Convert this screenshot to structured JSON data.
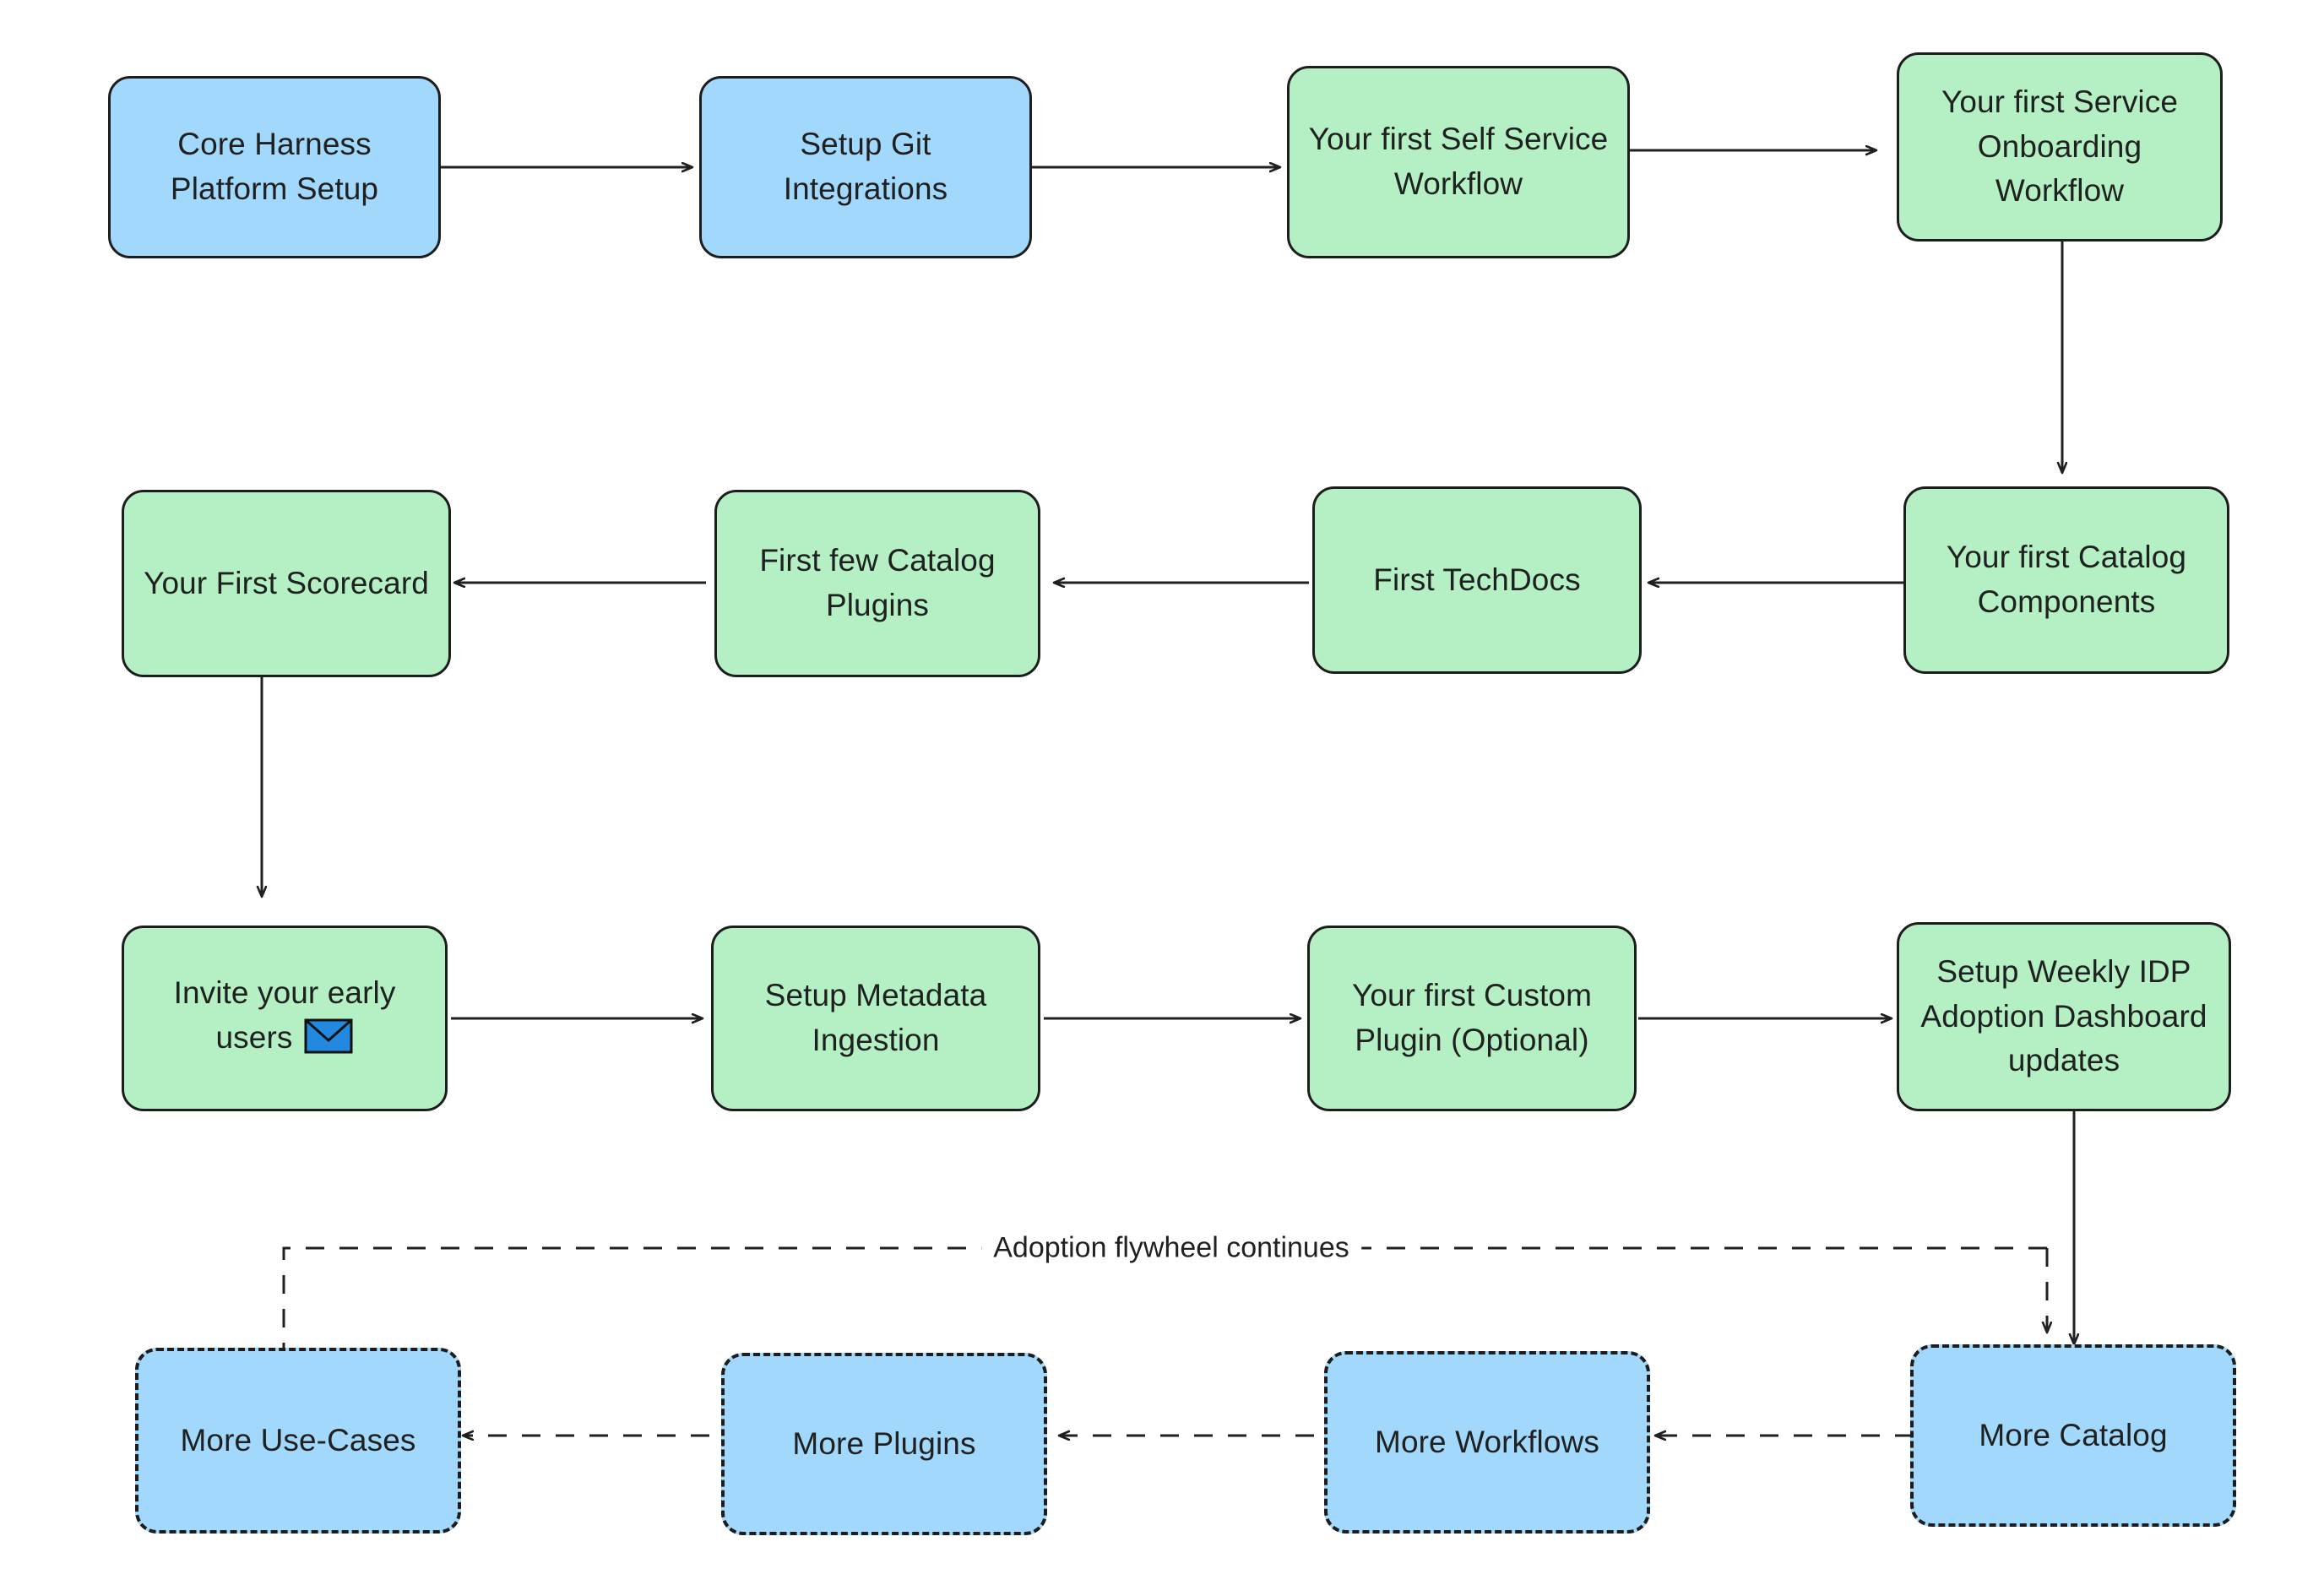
{
  "diagram": {
    "title": "Harness IDP adoption flywheel flowchart",
    "background_color": "#ffffff",
    "colors": {
      "node_blue_fill": "#a3d8fd",
      "node_green_fill": "#b4f0c3",
      "node_stroke": "#1d1d1d",
      "edge_stroke": "#1f2020",
      "text": "#1f2020",
      "envelope_icon": "#2389e0"
    },
    "nodes": [
      {
        "id": "core_setup",
        "label": "Core Harness Platform Setup",
        "lines": [
          "Core Harness",
          "Platform Setup"
        ],
        "fill": "blue",
        "border": "solid"
      },
      {
        "id": "git_integrations",
        "label": "Setup Git Integrations",
        "lines": [
          "Setup Git",
          "Integrations"
        ],
        "fill": "blue",
        "border": "solid"
      },
      {
        "id": "self_service",
        "label": "Your first Self Service Workflow",
        "lines": [
          "Your first Self Service",
          "Workflow"
        ],
        "fill": "green",
        "border": "solid"
      },
      {
        "id": "onboarding",
        "label": "Your first Service Onboarding Workflow",
        "lines": [
          "Your first Service",
          "Onboarding",
          "Workflow"
        ],
        "fill": "green",
        "border": "solid"
      },
      {
        "id": "catalog_components",
        "label": "Your first Catalog Components",
        "lines": [
          "Your first Catalog",
          "Components"
        ],
        "fill": "green",
        "border": "solid"
      },
      {
        "id": "techdocs",
        "label": "First TechDocs",
        "lines": [
          "First TechDocs"
        ],
        "fill": "green",
        "border": "solid"
      },
      {
        "id": "catalog_plugins",
        "label": "First few Catalog Plugins",
        "lines": [
          "First few Catalog",
          "Plugins"
        ],
        "fill": "green",
        "border": "solid"
      },
      {
        "id": "scorecard",
        "label": "Your First Scorecard",
        "lines": [
          "Your First Scorecard"
        ],
        "fill": "green",
        "border": "solid"
      },
      {
        "id": "invite_users",
        "label": "Invite your early users",
        "lines": [
          "Invite your early",
          "users"
        ],
        "fill": "green",
        "border": "solid",
        "icon": "envelope-icon"
      },
      {
        "id": "metadata",
        "label": "Setup Metadata Ingestion",
        "lines": [
          "Setup Metadata",
          "Ingestion"
        ],
        "fill": "green",
        "border": "solid"
      },
      {
        "id": "custom_plugin",
        "label": "Your first Custom Plugin (Optional)",
        "lines": [
          "Your first Custom",
          "Plugin (Optional)"
        ],
        "fill": "green",
        "border": "solid"
      },
      {
        "id": "weekly_dashboard",
        "label": "Setup Weekly IDP Adoption Dashboard updates",
        "lines": [
          "Setup Weekly IDP",
          "Adoption Dashboard",
          "updates"
        ],
        "fill": "green",
        "border": "solid"
      },
      {
        "id": "more_catalog",
        "label": "More Catalog",
        "lines": [
          "More Catalog"
        ],
        "fill": "blue",
        "border": "dashed"
      },
      {
        "id": "more_workflows",
        "label": "More Workflows",
        "lines": [
          "More Workflows"
        ],
        "fill": "blue",
        "border": "dashed"
      },
      {
        "id": "more_plugins",
        "label": "More Plugins",
        "lines": [
          "More Plugins"
        ],
        "fill": "blue",
        "border": "dashed"
      },
      {
        "id": "more_use_cases",
        "label": "More Use-Cases",
        "lines": [
          "More Use-Cases"
        ],
        "fill": "blue",
        "border": "dashed"
      }
    ],
    "edge_labels": [
      {
        "id": "flywheel",
        "text": "Adoption flywheel continues"
      }
    ]
  }
}
